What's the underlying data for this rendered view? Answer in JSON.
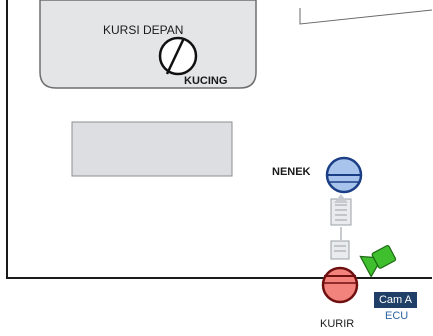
{
  "labels": {
    "front_seat": "KURSI DEPAN",
    "cat": "KUCING",
    "grandma": "NENEK",
    "courier": "KURIR",
    "camera": "Cam A",
    "ecu": "ECU"
  },
  "colors": {
    "wall": "#1a1a1a",
    "seat_fill": "#e4e5e7",
    "table_fill": "#dcdee1",
    "grandma_fill": "#a9c4ec",
    "courier_fill": "#f2837c",
    "camera_fill": "#3fbe2e",
    "camera_badge": "#1f3f66",
    "ecu_text": "#2b64a6"
  },
  "icons": {
    "cat": "cat-circle-icon",
    "grandma": "grandma-person-icon",
    "courier": "courier-person-icon",
    "package": "package-icon",
    "camera": "camera-icon"
  }
}
